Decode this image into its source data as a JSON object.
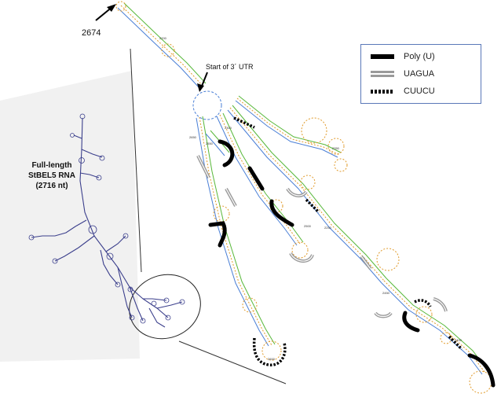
{
  "labels": {
    "position_2674": "2674",
    "start_utr": "Start of 3´ UTR",
    "thumbnail": [
      "Full-length",
      "StBEL5 RNA",
      "(2716 nt)"
    ]
  },
  "legend": [
    {
      "label": "Poly (U)",
      "style": "solid-black",
      "color": "#000000"
    },
    {
      "label": "UAGUA",
      "style": "double-gray",
      "color": "#9a9a9a"
    },
    {
      "label": "CUUCU",
      "style": "dotted-black",
      "color": "#000000"
    }
  ],
  "positions": [
    "2200",
    "2300",
    "2350",
    "2250",
    "2650",
    "2550",
    "2500",
    "2450",
    "2400",
    "2600"
  ],
  "colors": {
    "strand": "#4a7fd6",
    "pair_green": "#58b83a",
    "pair_orange": "#e09a2a",
    "thumbnail": "#3b3f8c",
    "legend_border": "#5a78b8"
  }
}
